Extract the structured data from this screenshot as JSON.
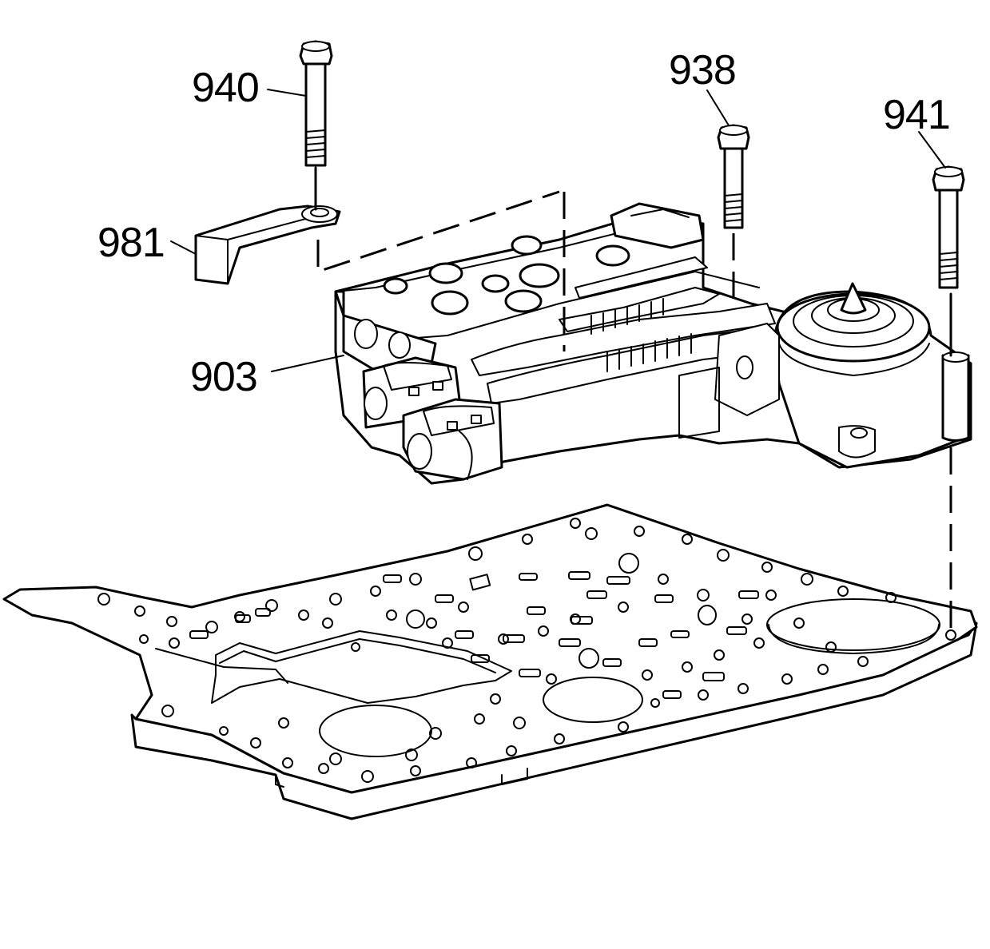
{
  "callouts": {
    "c940": "940",
    "c938": "938",
    "c941": "941",
    "c981": "981",
    "c903": "903"
  }
}
